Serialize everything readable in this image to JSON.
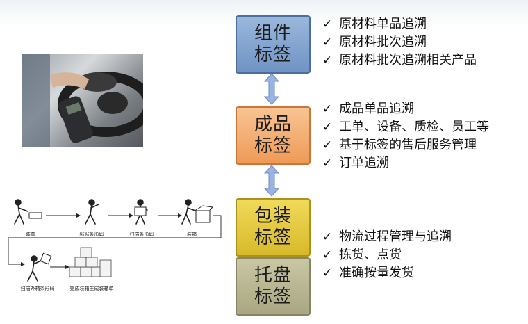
{
  "labels": {
    "component": [
      "组件",
      "标签"
    ],
    "product": [
      "成品",
      "标签"
    ],
    "package": [
      "包装",
      "标签"
    ],
    "pallet": [
      "托盘",
      "标签"
    ]
  },
  "lists": {
    "component": [
      "原材料单品追溯",
      "原材料批次追溯",
      "原材料批次追溯相关产品"
    ],
    "product": [
      "成品单品追溯",
      "工单、设备、质检、员工等",
      "基于标签的售后服务管理",
      "订单追溯"
    ],
    "package": [
      "物流过程管理与追溯",
      "拣货、点货",
      "准确按量发货"
    ]
  },
  "flow_steps": [
    "装盒",
    "粘贴条形码",
    "扫描条形码",
    "装箱",
    "扫描外箱条形码",
    "完成装箱生成装箱单"
  ],
  "check_glyph": "✓",
  "colors": {
    "component": "#7fa2cf",
    "product": "#f2aa6c",
    "package": "#e3c83c",
    "pallet": "#b8b692",
    "connector": "#8fa8d8"
  }
}
